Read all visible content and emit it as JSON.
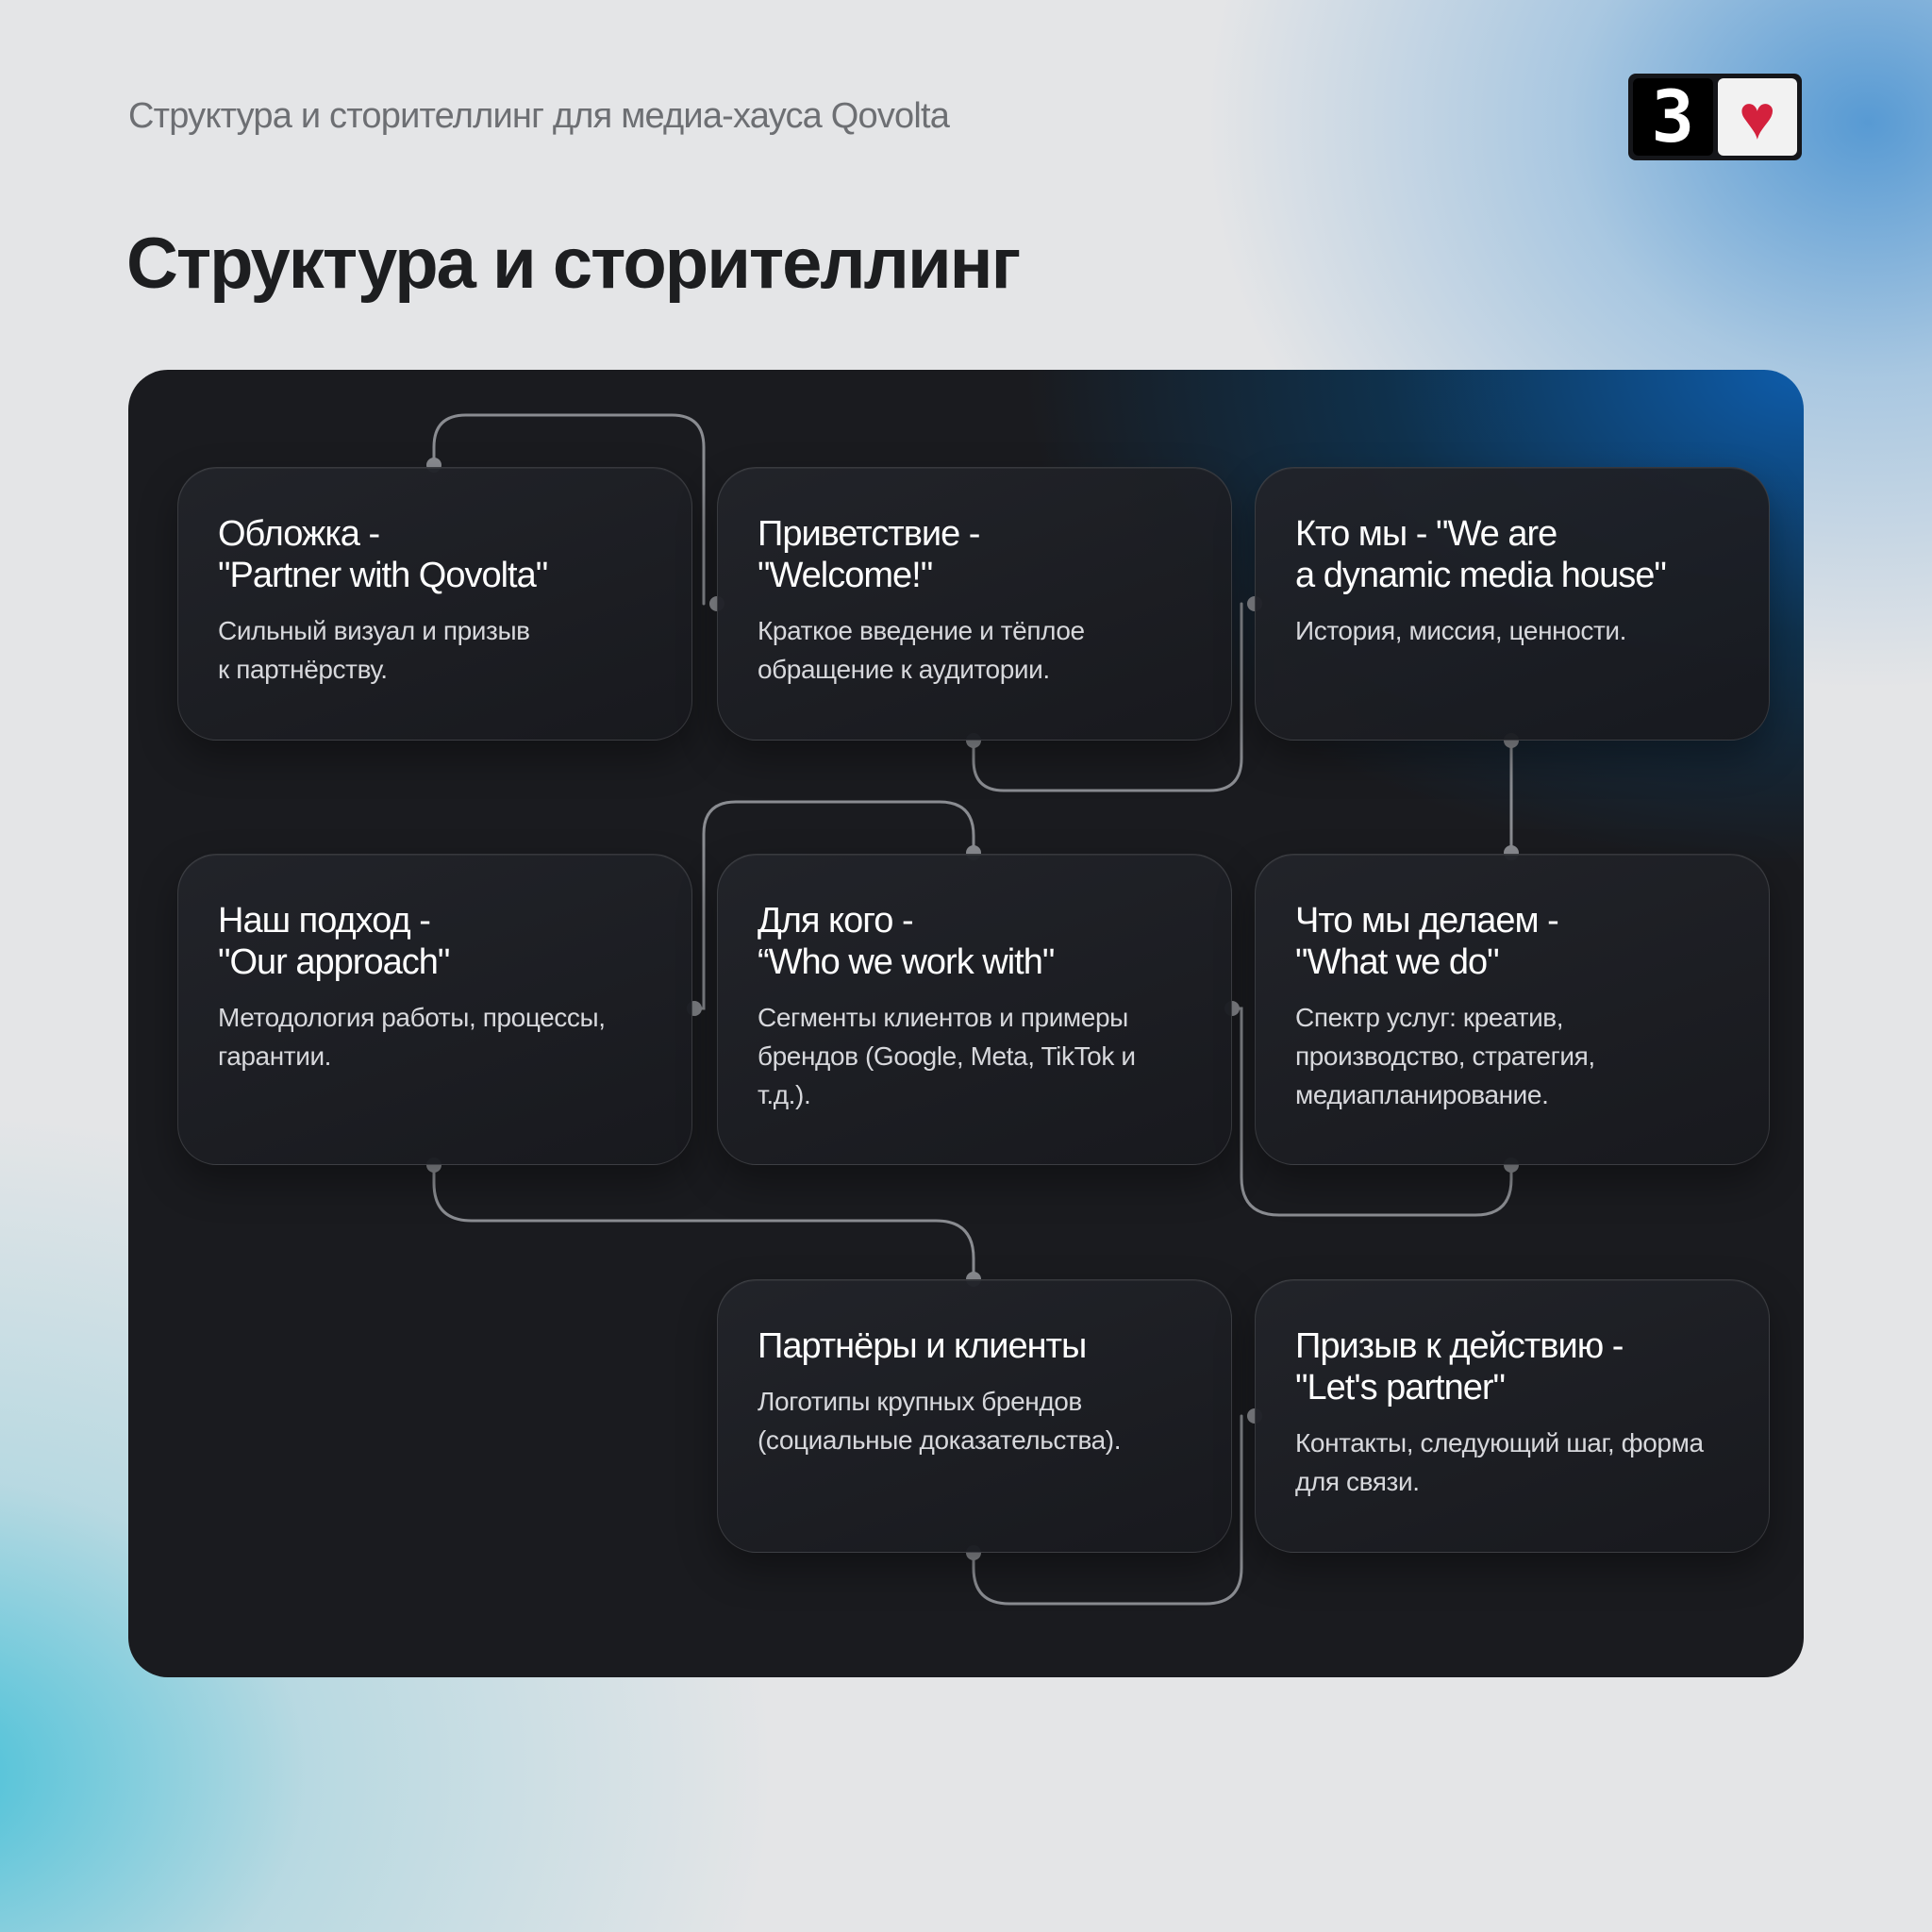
{
  "header": {
    "subtitle": "Структура и сторителлинг для медиа-хауса Qovolta",
    "title": "Структура и сторителлинг",
    "logo": {
      "digit": "3",
      "icon": "pixel-heart-icon"
    }
  },
  "colors": {
    "background": "#e4e5e7",
    "board": "#1a1b1f",
    "accent_blue": "#0e5caa",
    "accent_cyan": "#3cbed7",
    "connector": "#8a8c91",
    "heart": "#d4213d"
  },
  "cards": [
    {
      "title": "Обложка -\n\"Partner with Qovolta\"",
      "text": "Сильный визуал и призыв\nк партнёрству."
    },
    {
      "title": "Приветствие -\n\"Welcome!\"",
      "text": "Краткое введение и тёплое\nобращение к аудитории."
    },
    {
      "title": "Кто мы - \"We are\na dynamic media house\"",
      "text": "История, миссия, ценности."
    },
    {
      "title": "Наш подход -\n\"Our approach\"",
      "text": "Методология работы, процессы,\nгарантии."
    },
    {
      "title": "Для кого -\n“Who we work with\"",
      "text": "Сегменты клиентов и примеры\nбрендов (Google, Meta, TikTok и\nт.д.)."
    },
    {
      "title": "Что мы делаем -\n\"What we do\"",
      "text": "Спектр услуг: креатив,\nпроизводство, стратегия,\nмедиапланирование."
    },
    {
      "title": "Партнёры и клиенты",
      "text": "Логотипы крупных брендов\n(социальные доказательства)."
    },
    {
      "title": "Призыв к действию -\n\"Let's partner\"",
      "text": "Контакты, следующий шаг, форма\nдля связи."
    }
  ]
}
